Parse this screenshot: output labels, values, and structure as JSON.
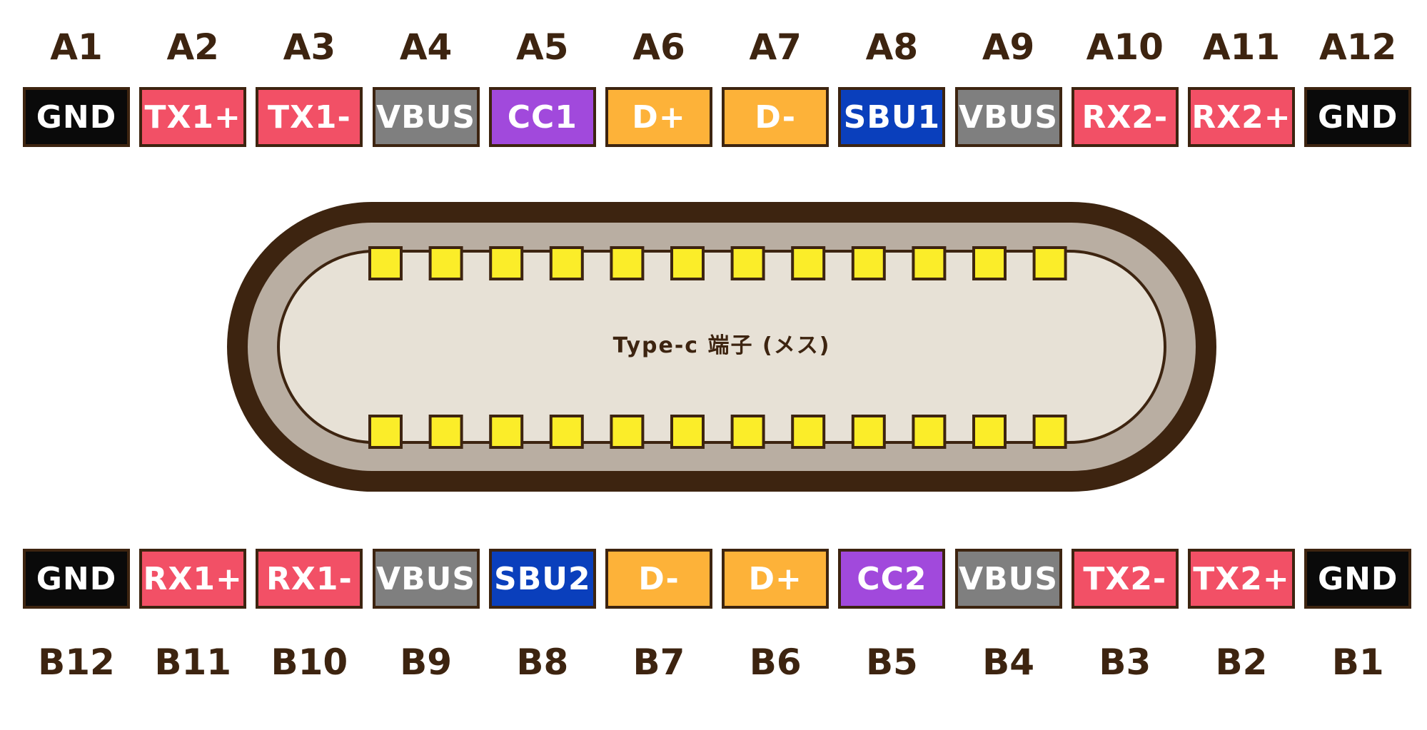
{
  "colors": {
    "GND": "#0a0a0a",
    "TX": "#f25066",
    "RX": "#f25066",
    "VBUS": "#7f7f7f",
    "CC": "#a149dc",
    "D": "#fdb239",
    "SBU": "#0a3fbc",
    "outline": "#3d2410",
    "shell_outer": "#3d2410",
    "shell_mid": "#b9aea2",
    "shell_inner": "#e7e1d6",
    "contact": "#fbed29"
  },
  "connector": {
    "label": "Type-c 端子 (メス)",
    "contacts_per_row": 12
  },
  "top_row": [
    {
      "pin": "A1",
      "signal": "GND",
      "group": "GND"
    },
    {
      "pin": "A2",
      "signal": "TX1+",
      "group": "TX"
    },
    {
      "pin": "A3",
      "signal": "TX1-",
      "group": "TX"
    },
    {
      "pin": "A4",
      "signal": "VBUS",
      "group": "VBUS"
    },
    {
      "pin": "A5",
      "signal": "CC1",
      "group": "CC"
    },
    {
      "pin": "A6",
      "signal": "D+",
      "group": "D"
    },
    {
      "pin": "A7",
      "signal": "D-",
      "group": "D"
    },
    {
      "pin": "A8",
      "signal": "SBU1",
      "group": "SBU"
    },
    {
      "pin": "A9",
      "signal": "VBUS",
      "group": "VBUS"
    },
    {
      "pin": "A10",
      "signal": "RX2-",
      "group": "RX"
    },
    {
      "pin": "A11",
      "signal": "RX2+",
      "group": "RX"
    },
    {
      "pin": "A12",
      "signal": "GND",
      "group": "GND"
    }
  ],
  "bottom_row": [
    {
      "pin": "B12",
      "signal": "GND",
      "group": "GND"
    },
    {
      "pin": "B11",
      "signal": "RX1+",
      "group": "RX"
    },
    {
      "pin": "B10",
      "signal": "RX1-",
      "group": "RX"
    },
    {
      "pin": "B9",
      "signal": "VBUS",
      "group": "VBUS"
    },
    {
      "pin": "B8",
      "signal": "SBU2",
      "group": "SBU"
    },
    {
      "pin": "B7",
      "signal": "D-",
      "group": "D"
    },
    {
      "pin": "B6",
      "signal": "D+",
      "group": "D"
    },
    {
      "pin": "B5",
      "signal": "CC2",
      "group": "CC"
    },
    {
      "pin": "B4",
      "signal": "VBUS",
      "group": "VBUS"
    },
    {
      "pin": "B3",
      "signal": "TX2-",
      "group": "TX"
    },
    {
      "pin": "B2",
      "signal": "TX2+",
      "group": "TX"
    },
    {
      "pin": "B1",
      "signal": "GND",
      "group": "GND"
    }
  ]
}
